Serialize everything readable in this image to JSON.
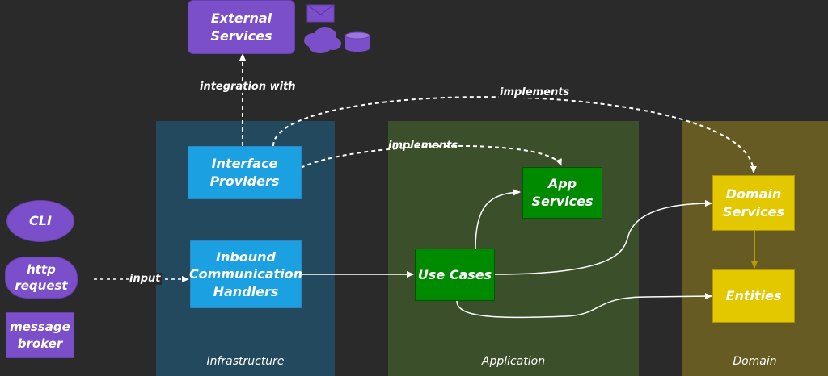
{
  "layers": {
    "infrastructure": "Infrastructure",
    "application": "Application",
    "domain": "Domain"
  },
  "nodes": {
    "external_services": "External\nServices",
    "interface_providers": "Interface\nProviders",
    "inbound_handlers": "Inbound\nCommunication\nHandlers",
    "app_services": "App\nServices",
    "use_cases": "Use Cases",
    "domain_services": "Domain\nServices",
    "entities": "Entities",
    "cli": "CLI",
    "http_request": "http\nrequest",
    "message_broker": "message\nbroker"
  },
  "edges": {
    "integration_with": "integration with",
    "implements_domain": "implements",
    "implements_app": "implements",
    "input": "input"
  },
  "icons": [
    "envelope-icon",
    "cloud-icon",
    "database-icon"
  ],
  "colors": {
    "background": "#2a2a2a",
    "infrastructure_layer": "#23495f",
    "application_layer": "#3b4f2a",
    "domain_layer": "#665b22",
    "infrastructure_node": "#1ba1e2",
    "application_node": "#008a00",
    "domain_node": "#e3c800",
    "external_node": "#7b4fc9"
  }
}
